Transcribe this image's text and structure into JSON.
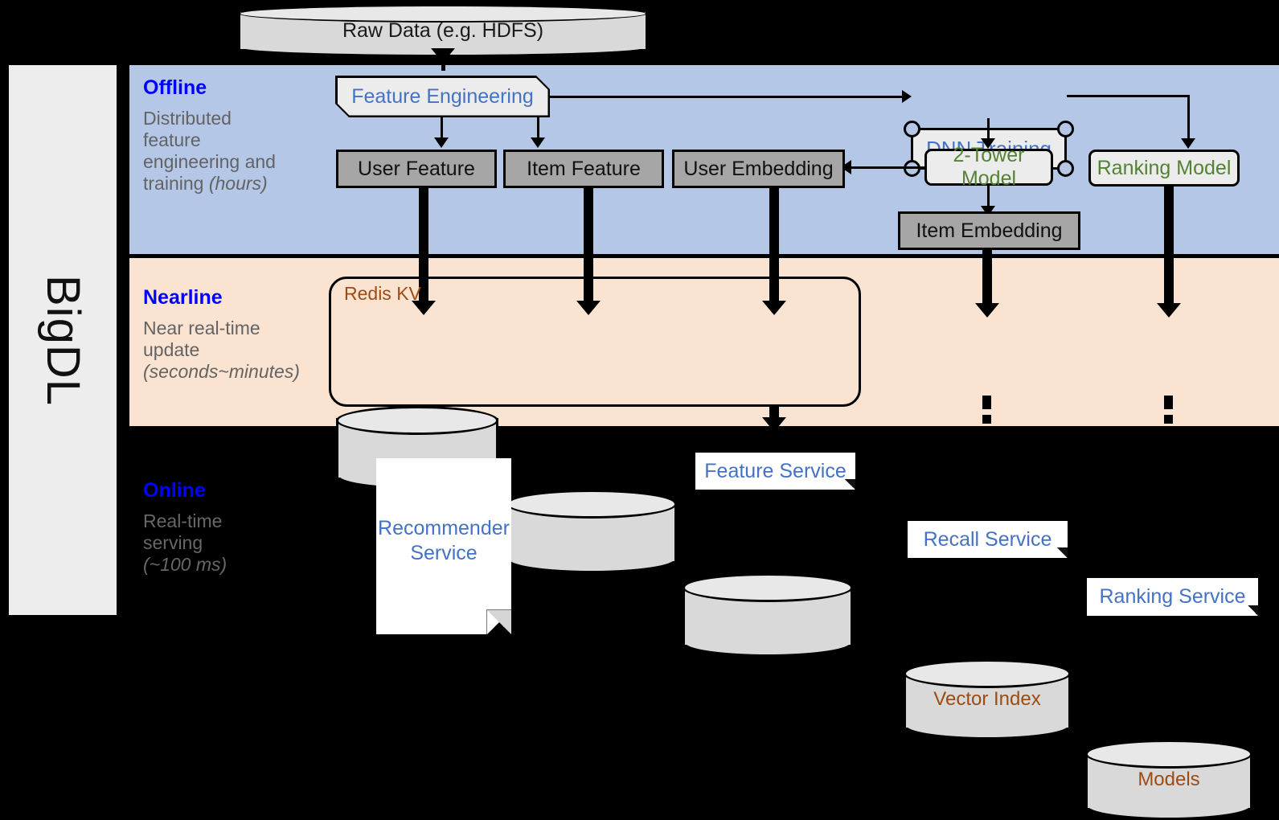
{
  "brand": {
    "label": "BigDL"
  },
  "top_source": {
    "label": "Raw Data (e.g. HDFS)",
    "icon": "database-cylinder-icon"
  },
  "bands": [
    {
      "id": "offline",
      "title": "Offline",
      "description_line1": "Distributed",
      "description_line2": "feature",
      "description_line3": "engineering and",
      "description_line4_plain": "training ",
      "description_line4_italic": "(hours)",
      "bg_color": "#b4c7e7",
      "title_color": "#0000ff"
    },
    {
      "id": "nearline",
      "title": "Nearline",
      "description_line1": "Near real-time",
      "description_line2": "update",
      "description_line3_italic": "(seconds~minutes)",
      "bg_color": "#fbe3d2",
      "title_color": "#0000ff"
    },
    {
      "id": "online",
      "title": "Online",
      "description_line1": "Real-time",
      "description_line2": "serving",
      "description_line3_italic": "(~100 ms)",
      "bg_color": "#000000",
      "title_color": "#0000ff"
    }
  ],
  "offline": {
    "feature_engineering": {
      "label": "Feature Engineering",
      "text_color": "#4472c4"
    },
    "dnn_training": {
      "label": "DNN Training",
      "text_color": "#4472c4"
    },
    "two_tower_model": {
      "label": "2-Tower Model",
      "text_color": "#548235"
    },
    "ranking_model": {
      "label": "Ranking Model",
      "text_color": "#548235"
    },
    "user_feature": {
      "label": "User Feature"
    },
    "item_feature": {
      "label": "Item Feature"
    },
    "user_embedding": {
      "label": "User Embedding"
    },
    "item_embedding": {
      "label": "Item Embedding"
    }
  },
  "nearline": {
    "redis_kv_label": "Redis KV",
    "stores": [
      {
        "label": ""
      },
      {
        "label": ""
      },
      {
        "label": ""
      }
    ],
    "vector_index": {
      "label": "Vector Index",
      "text_color": "#9c4c12"
    },
    "models": {
      "label": "Models",
      "text_color": "#9c4c12"
    }
  },
  "online": {
    "recommender_service": {
      "label_line1": "Recommender",
      "label_line2": "Service"
    },
    "feature_service": {
      "label": "Feature Service"
    },
    "recall_service": {
      "label": "Recall Service"
    },
    "ranking_service": {
      "label": "Ranking Service"
    }
  },
  "colors": {
    "offline_band": "#b4c7e7",
    "nearline_band": "#fbe3d2",
    "online_band": "#000000",
    "gray_data_box": "#a6a6a6",
    "light_box": "#ececec",
    "cylinder": "#d9d9d9",
    "blue_text": "#4472c4",
    "green_text": "#548235",
    "brown_text": "#9c4c12",
    "caption_gray": "#636363",
    "title_blue": "#0000ff"
  }
}
